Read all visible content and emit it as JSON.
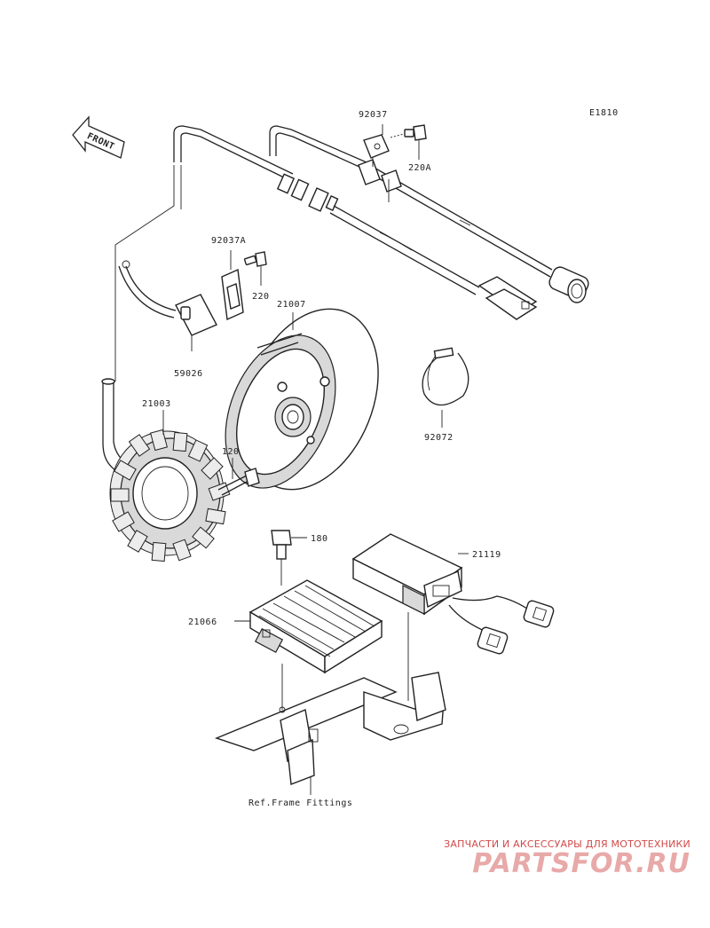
{
  "diagram_id": "E1810",
  "front_label": "FRONT",
  "parts": {
    "p92037": "92037",
    "p220A": "220A",
    "p92037A": "92037A",
    "p220": "220",
    "p21007": "21007",
    "p59026": "59026",
    "p21003": "21003",
    "p92072": "92072",
    "p120": "120",
    "p180": "180",
    "p21119": "21119",
    "p21066": "21066"
  },
  "ref_label": "Ref.Frame Fittings",
  "watermark": {
    "tagline": "ЗАПЧАСТИ И АКСЕССУАРЫ ДЛЯ МОТОТЕХНИКИ",
    "brand": "PARTSFOR.RU"
  },
  "colors": {
    "line": "#222222",
    "watermark_text": "#d24a4a",
    "watermark_brand": "#e8a9a9"
  }
}
